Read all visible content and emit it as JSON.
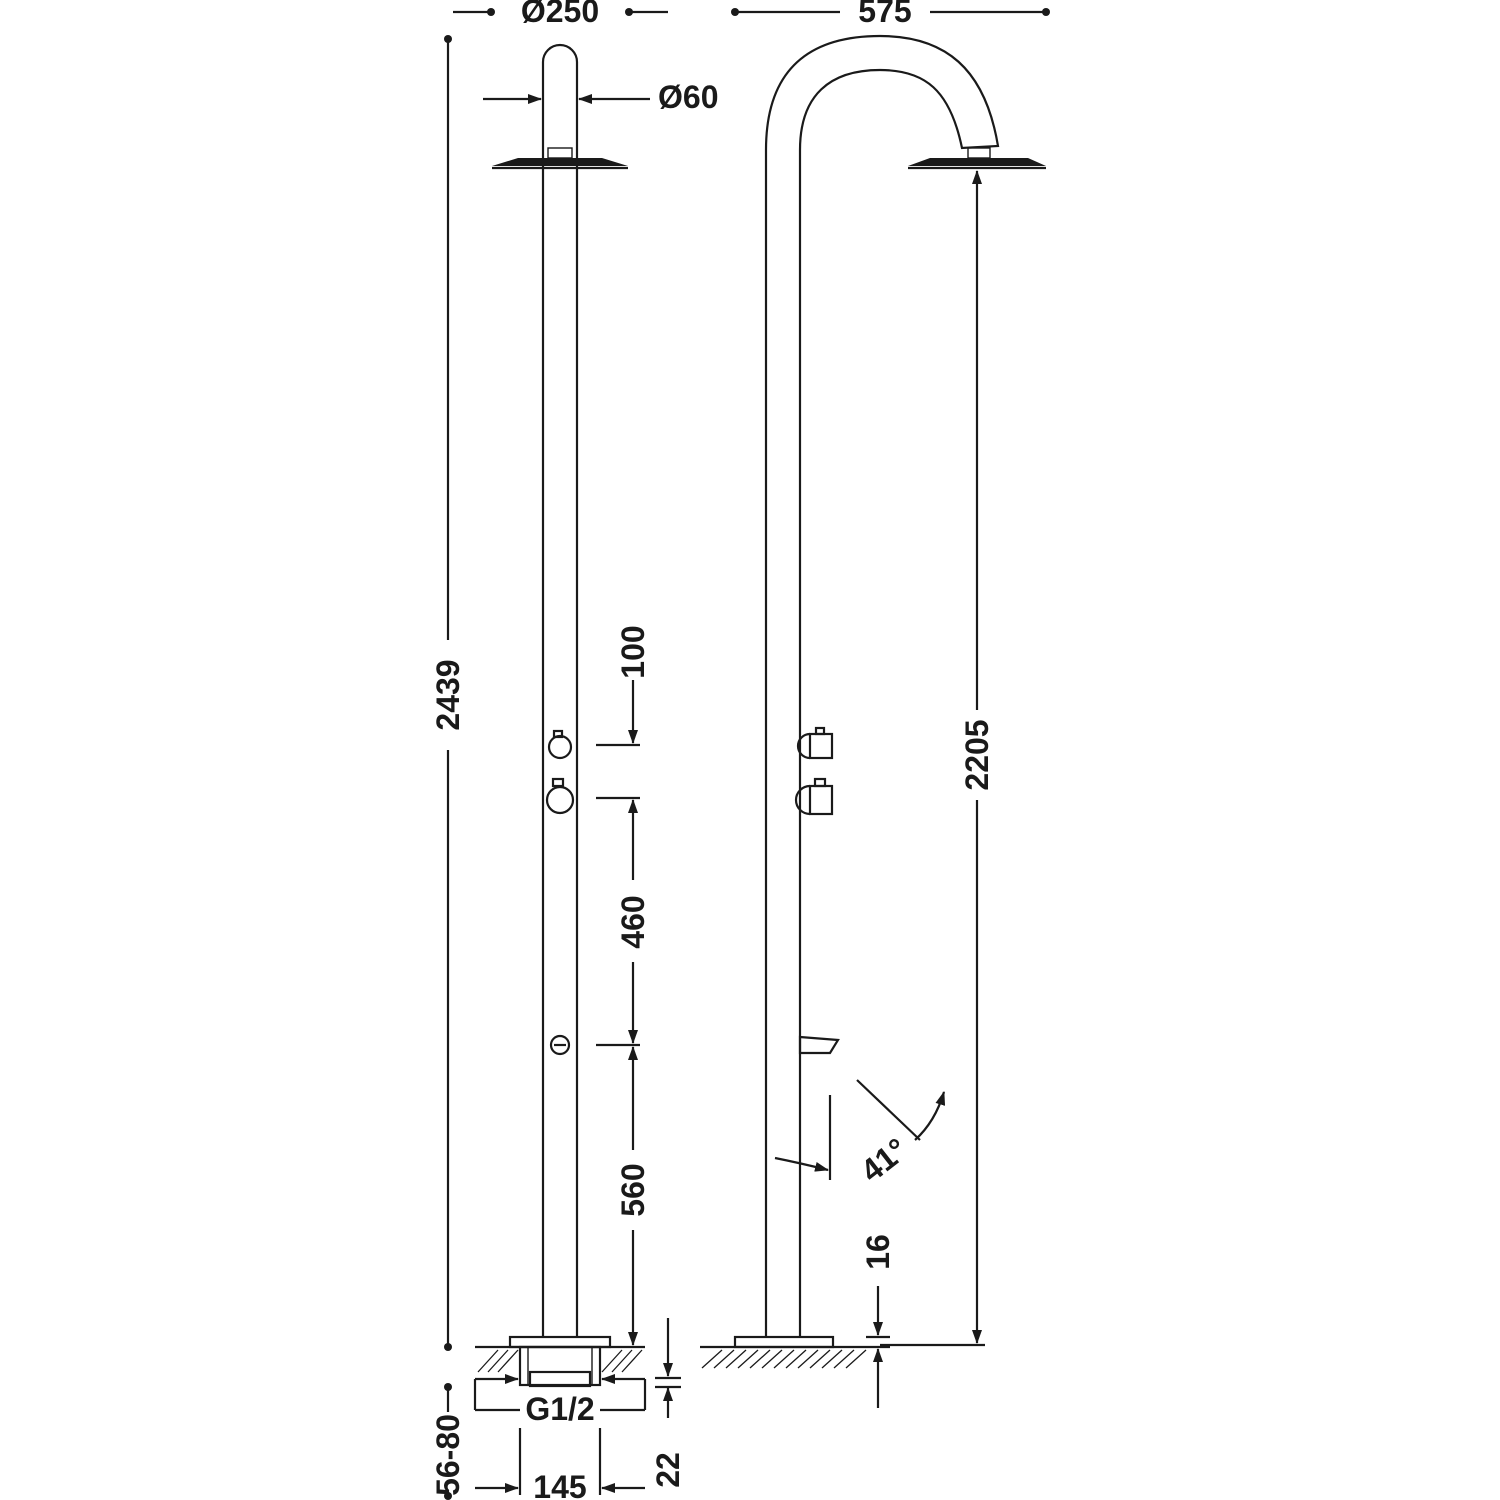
{
  "drawing": {
    "front_view": {
      "dimensions": {
        "head_diameter": "Ø250",
        "pipe_diameter": "Ø60",
        "total_height": "2439",
        "valve_spacing": "100",
        "mixer_to_spout": "460",
        "spout_to_floor": "560",
        "recess_depth": "56-80",
        "thread": "G1/2",
        "base_width": "145",
        "base_thickness": "22"
      }
    },
    "side_view": {
      "dimensions": {
        "reach": "575",
        "head_height": "2205",
        "base_plate": "16",
        "spout_angle": "41°"
      }
    }
  }
}
